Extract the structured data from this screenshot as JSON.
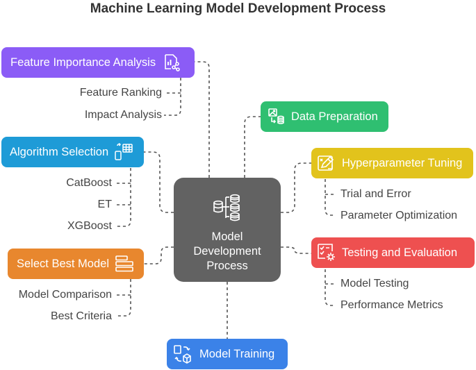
{
  "title": "Machine Learning Model Development Process",
  "center": {
    "line1": "Model",
    "line2": "Development",
    "line3": "Process",
    "icon": "database-tree-icon"
  },
  "nodes": {
    "feature_importance": {
      "label": "Feature Importance Analysis",
      "color": "#8B5CF6",
      "icon": "chart-network-icon",
      "children": [
        "Feature Ranking",
        "Impact Analysis"
      ]
    },
    "data_preparation": {
      "label": "Data Preparation",
      "color": "#2FBF71",
      "icon": "image-database-icon",
      "children": []
    },
    "algorithm_selection": {
      "label": "Algorithm Selection",
      "color": "#1E9BD7",
      "icon": "device-grid-icon",
      "children": [
        "CatBoost",
        "ET",
        "XGBoost"
      ]
    },
    "hyperparameter_tuning": {
      "label": "Hyperparameter Tuning",
      "color": "#E2C31C",
      "icon": "edit-tools-icon",
      "children": [
        "Trial and Error",
        "Parameter Optimization"
      ]
    },
    "select_best_model": {
      "label": "Select Best Model",
      "color": "#E8872E",
      "icon": "list-bars-icon",
      "children": [
        "Model Comparison",
        "Best Criteria"
      ]
    },
    "testing_evaluation": {
      "label": "Testing and Evaluation",
      "color": "#EE5050",
      "icon": "checklist-gear-icon",
      "children": [
        "Model Testing",
        "Performance Metrics"
      ]
    },
    "model_training": {
      "label": "Model Training",
      "color": "#3B82E8",
      "icon": "docs-cycle-icon",
      "children": []
    }
  }
}
